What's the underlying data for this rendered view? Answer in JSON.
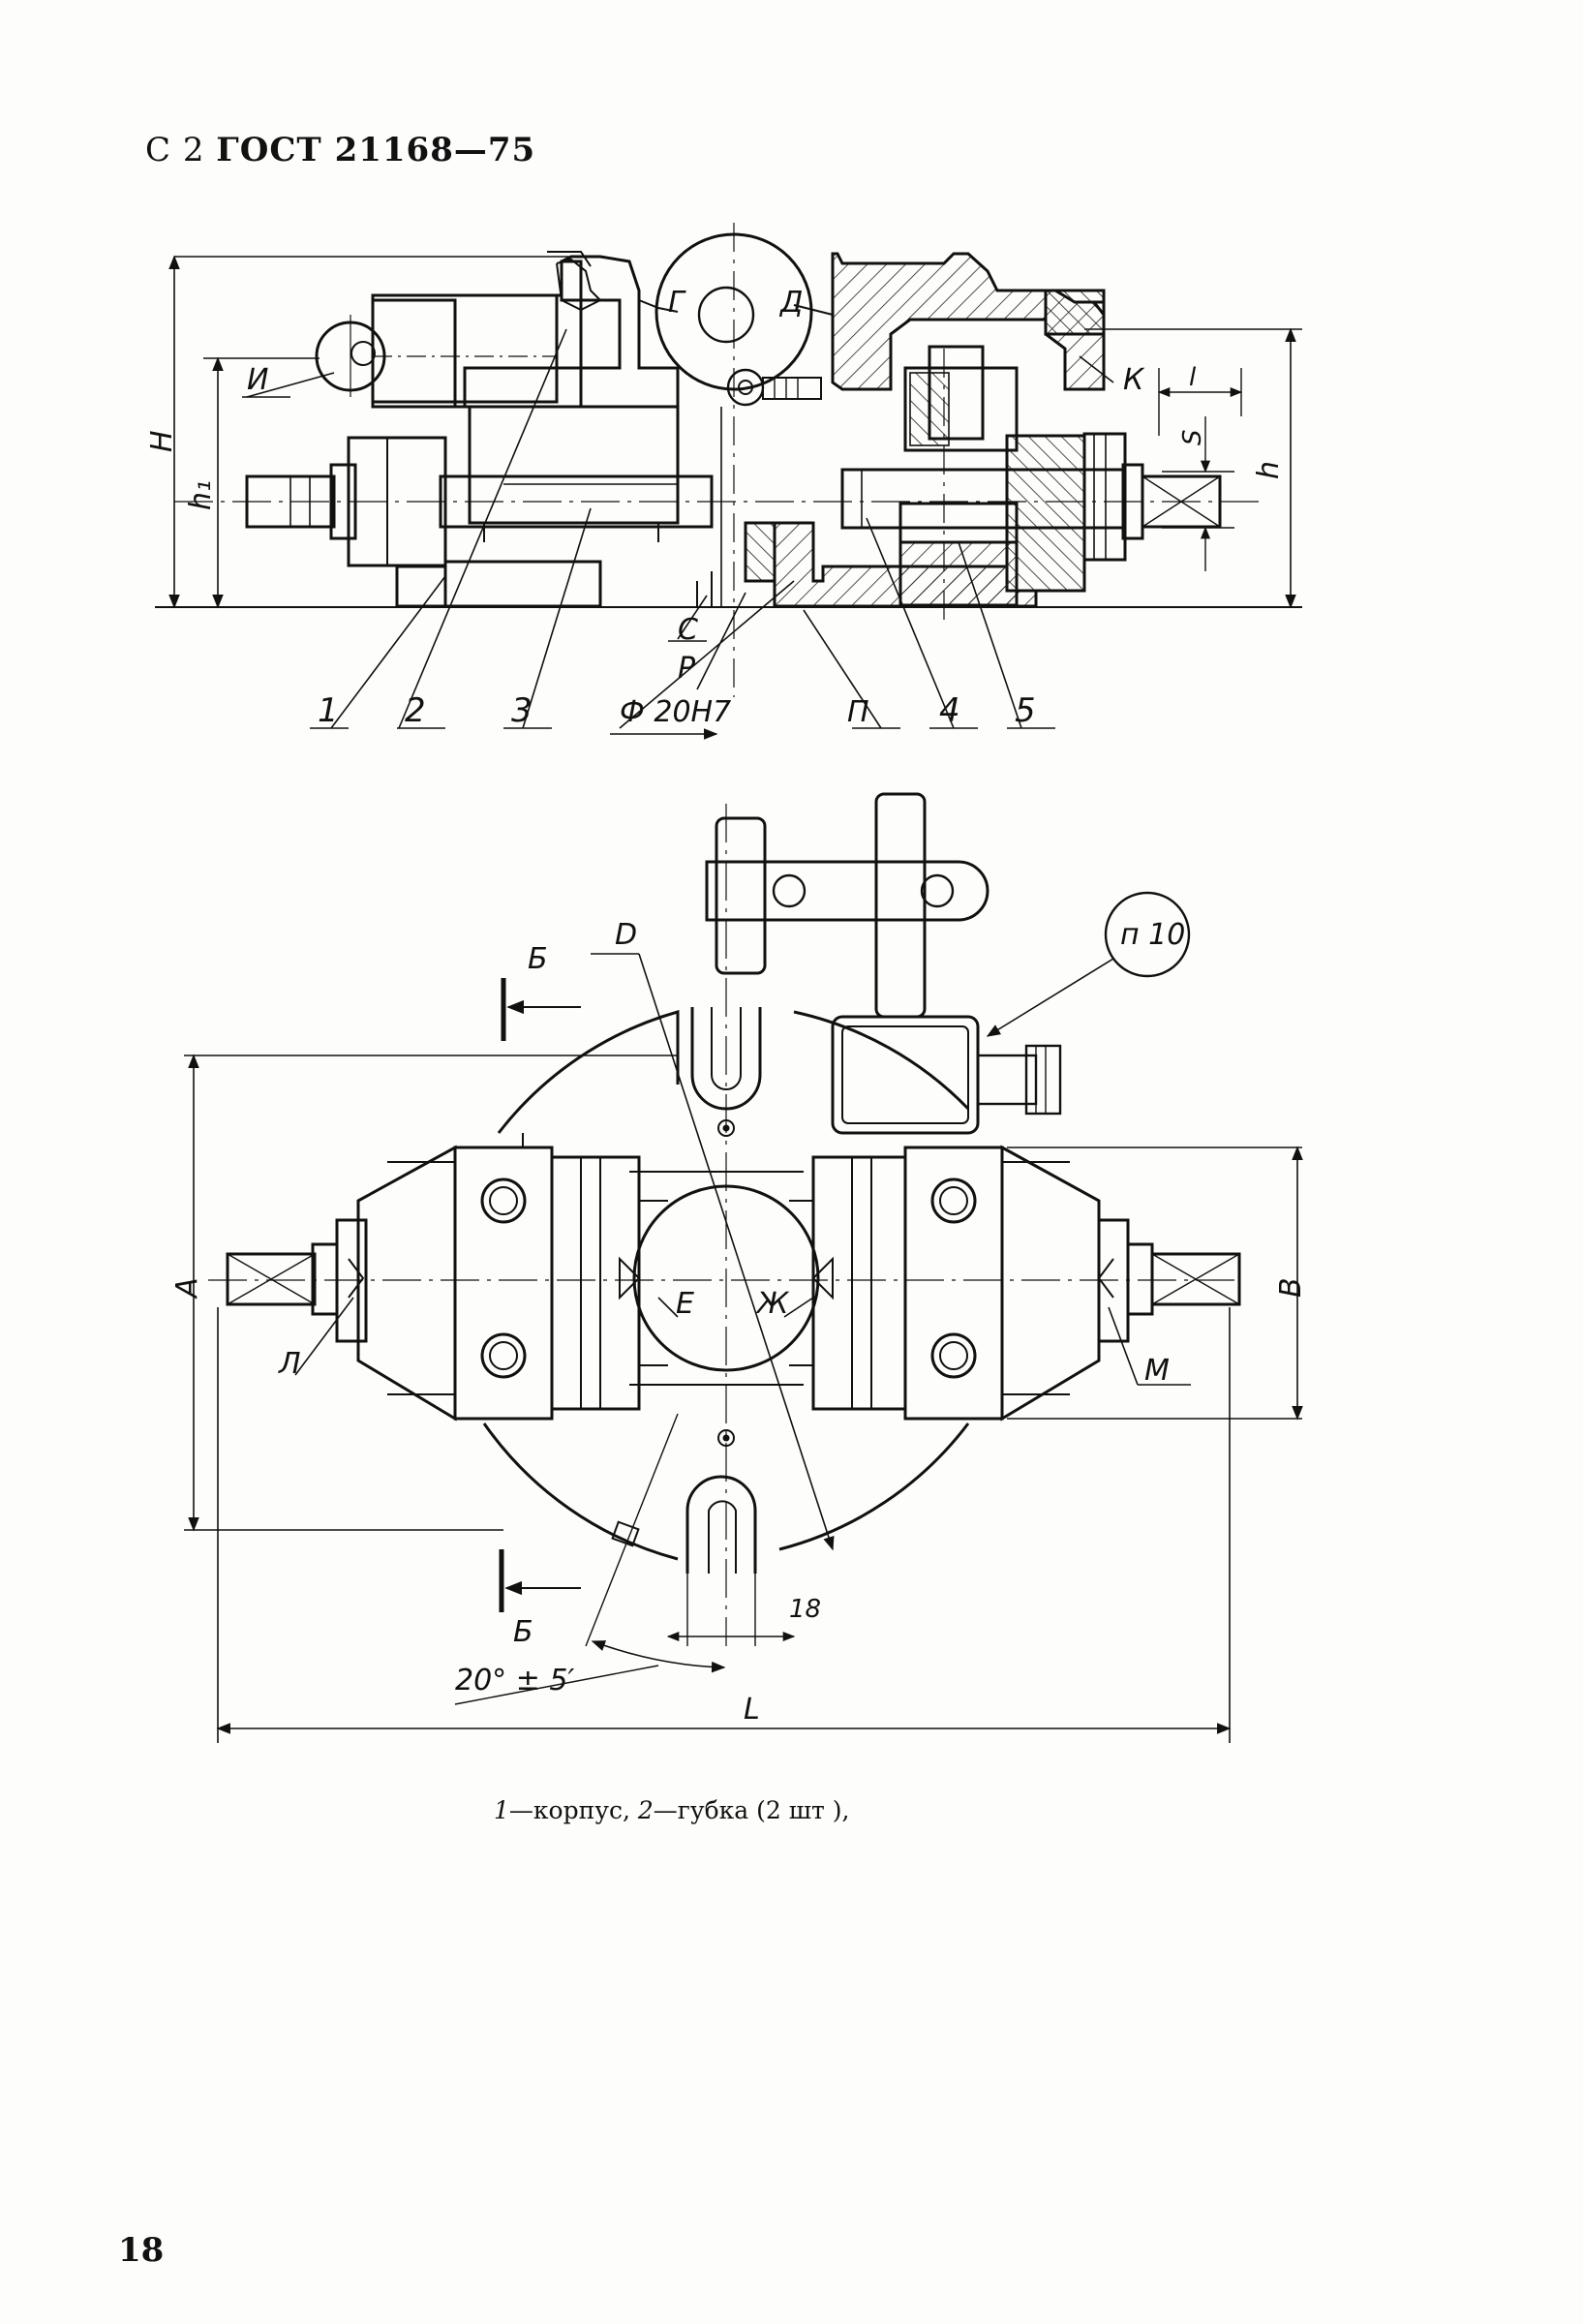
{
  "header": {
    "prefix": "С 2",
    "standard": "ГОСТ 21168—75"
  },
  "elevation_view": {
    "dimensions": {
      "H": "H",
      "h1": "h₁",
      "h": "h",
      "S": "S",
      "l": "l",
      "bore": "Ф 20Н7"
    },
    "letters": {
      "I": "И",
      "G": "Г",
      "D": "Д",
      "K": "К",
      "S": "С",
      "R": "Р",
      "P": "П"
    },
    "part_numbers": [
      "1",
      "2",
      "3",
      "4",
      "5"
    ]
  },
  "plan_view": {
    "letters": {
      "D": "D",
      "B_top": "Б",
      "B_bottom": "Б",
      "E": "Е",
      "Zh": "Ж",
      "L": "Л",
      "M": "М"
    },
    "callout": "п 10",
    "dimensions": {
      "A": "А",
      "B": "В",
      "L": "L",
      "slot": "18",
      "angle": "20° ± 5′"
    }
  },
  "caption": {
    "item1_num": "1",
    "item1_text": "—корпус,",
    "item2_num": "2",
    "item2_text": "—губка (2 шт ),"
  },
  "page_number": "18"
}
